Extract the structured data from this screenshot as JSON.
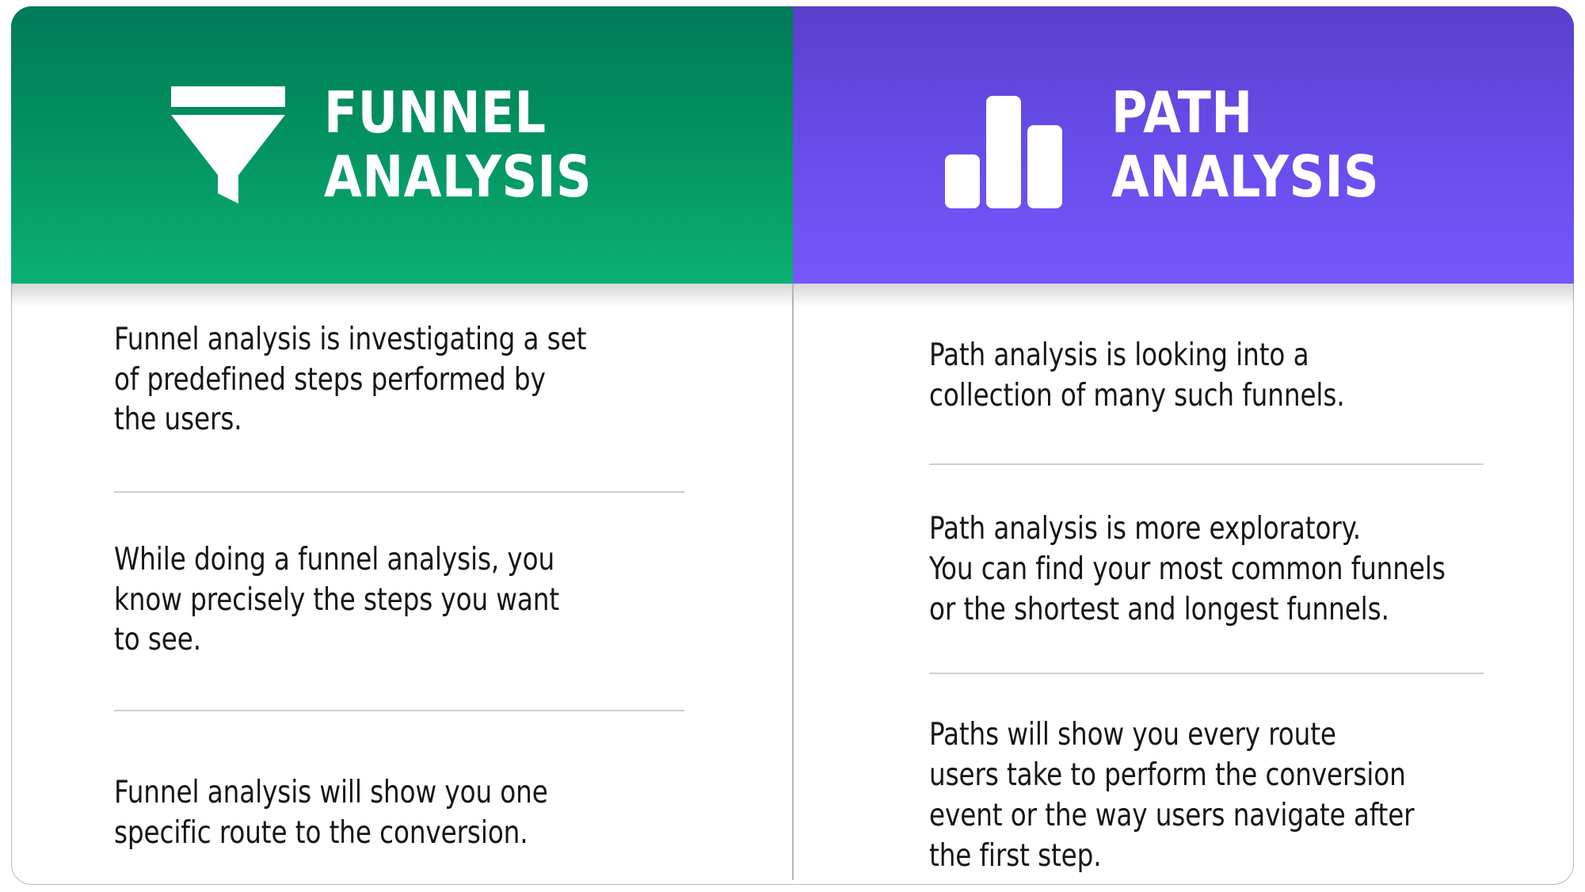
{
  "card": {
    "columns": [
      {
        "id": "funnel",
        "icon": "funnel-icon",
        "title": "FUNNEL\nANALYSIS",
        "accent_top": "#007a57",
        "accent_bottom": "#0bb073",
        "points": [
          "Funnel analysis is investigating a set\nof predefined steps performed by\nthe users.",
          "While doing a funnel analysis, you\nknow precisely the steps you want\nto see.",
          "Funnel analysis will show you one\nspecific route to the conversion."
        ]
      },
      {
        "id": "path",
        "icon": "bar-chart-icon",
        "title": "PATH\nANALYSIS",
        "accent_top": "#5a3fcc",
        "accent_bottom": "#7557fb",
        "points": [
          "Path analysis is looking into a\ncollection of many such funnels.",
          "Path analysis is more exploratory.\nYou can find your most common funnels\nor the shortest and longest funnels.",
          "Paths will show you every route\nusers take to perform the conversion\nevent or the way users navigate after\nthe first step."
        ]
      }
    ]
  }
}
